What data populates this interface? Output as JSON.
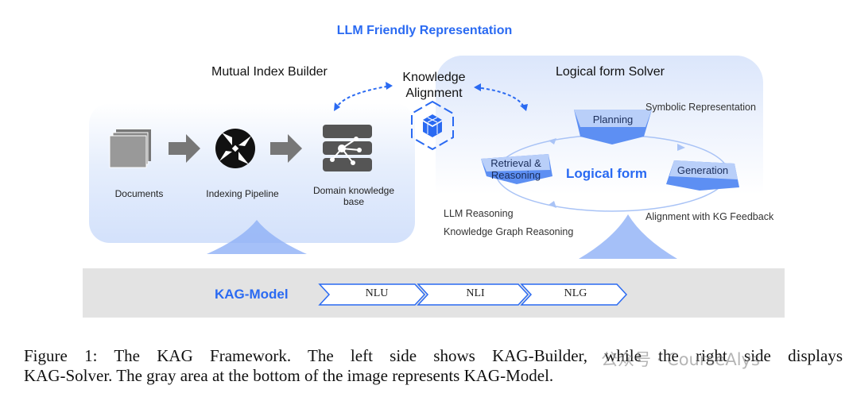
{
  "header": {
    "title": "LLM Friendly Representation"
  },
  "builder": {
    "title": "Mutual Index Builder",
    "documents_label": "Documents",
    "indexing_label": "Indexing Pipeline",
    "kb_label_line1": "Domain knowledge",
    "kb_label_line2": "base"
  },
  "alignment": {
    "line1": "Knowledge",
    "line2": "Alignment"
  },
  "solver": {
    "title": "Logical form Solver",
    "planning": "Planning",
    "symbolic": "Symbolic Representation",
    "retrieval_line1": "Retrieval &",
    "retrieval_line2": "Reasoning",
    "logical_form": "Logical form",
    "generation": "Generation",
    "llm_reasoning": "LLM Reasoning",
    "kg_reasoning": "Knowledge Graph Reasoning",
    "alignment_feedback": "Alignment with KG Feedback"
  },
  "model": {
    "title": "KAG-Model",
    "stages": [
      "NLU",
      "NLI",
      "NLG"
    ]
  },
  "caption": {
    "line1": "Figure 1: The KAG Framework. The left side shows KAG-Builder, while the right side displays",
    "line2": "KAG-Solver. The gray area at the bottom of the image represents KAG-Model."
  },
  "watermark": "公众号 · CourseAlys",
  "colors": {
    "accent": "#2a6af2",
    "band": "#e3e3e3"
  }
}
